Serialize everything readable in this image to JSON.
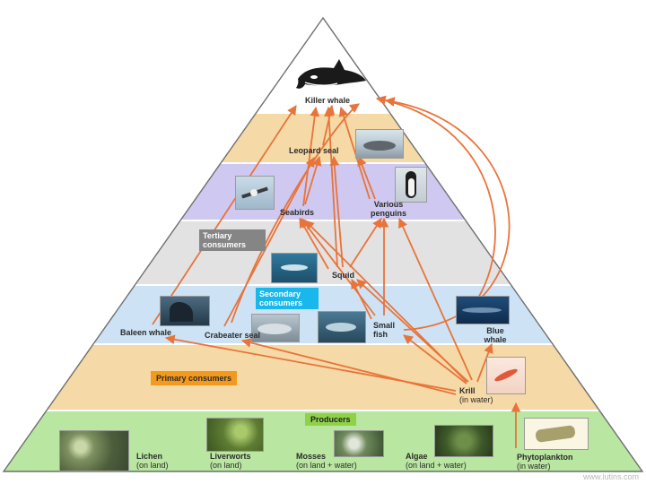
{
  "diagram": {
    "levels": {
      "tertiary": "Tertiary consumers",
      "secondary": "Secondary consumers",
      "primary": "Primary consumers",
      "producers": "Producers"
    },
    "organisms": {
      "killer_whale": "Killer whale",
      "leopard_seal": "Leopard seal",
      "seabirds": "Seabirds",
      "penguins": "Various penguins",
      "squid": "Squid",
      "baleen_whale": "Baleen whale",
      "crabeater_seal": "Crabeater seal",
      "small_fish": "Small fish",
      "blue_whale": "Blue whale",
      "krill": "Krill",
      "krill_note": "(in water)",
      "lichen": "Lichen",
      "lichen_note": "(on land)",
      "liverworts": "Liverworts",
      "liverworts_note": "(on land)",
      "mosses": "Mosses",
      "mosses_note": "(on land + water)",
      "algae": "Algae",
      "algae_note": "(on land + water)",
      "phytoplankton": "Phytoplankton",
      "phytoplankton_note": "(in water)"
    },
    "watermark": "www.lutins.com",
    "colors": {
      "killer_band": "#ffffff",
      "leopard_band": "#f5d9a6",
      "seabird_band": "#cfc8f0",
      "tertiary_band": "#e2e2e2",
      "secondary_band": "#cde3f5",
      "primary_band": "#f5d9a6",
      "producer_band": "#b9e6a0",
      "arrow": "#e8743b",
      "tertiary_tag": "#858585",
      "secondary_tag": "#19b8ec",
      "primary_tag": "#f39a1e",
      "producer_tag": "#8fd24a"
    }
  }
}
